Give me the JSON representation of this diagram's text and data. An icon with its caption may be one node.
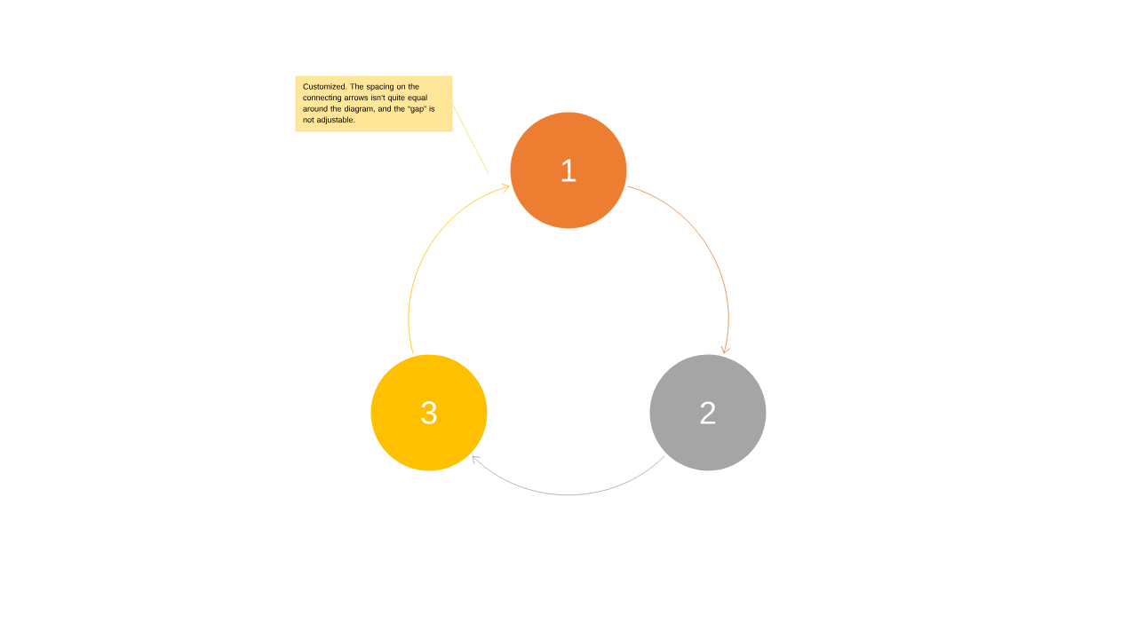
{
  "diagram": {
    "nodes": [
      {
        "text": [
          "Customized. The spacing on the connecting arrows isn’t quite equal around the diagram, and the “gap” is not adjustable."
        ]
      },
      {
        "text": [
          "1"
        ]
      },
      {
        "text": [
          "2"
        ]
      },
      {
        "text": [
          "3"
        ]
      }
    ],
    "edges": [
      {
        "from": 0,
        "to": null,
        "arrow": "none",
        "color": "#ffd966"
      },
      {
        "from": 1,
        "to": 2,
        "arrow": "to",
        "color": "#ed7d31"
      },
      {
        "from": 2,
        "to": 3,
        "arrow": "to",
        "color": "#a5a5a5"
      },
      {
        "from": 3,
        "to": 1,
        "arrow": "to",
        "color": "#ffc000"
      }
    ]
  }
}
